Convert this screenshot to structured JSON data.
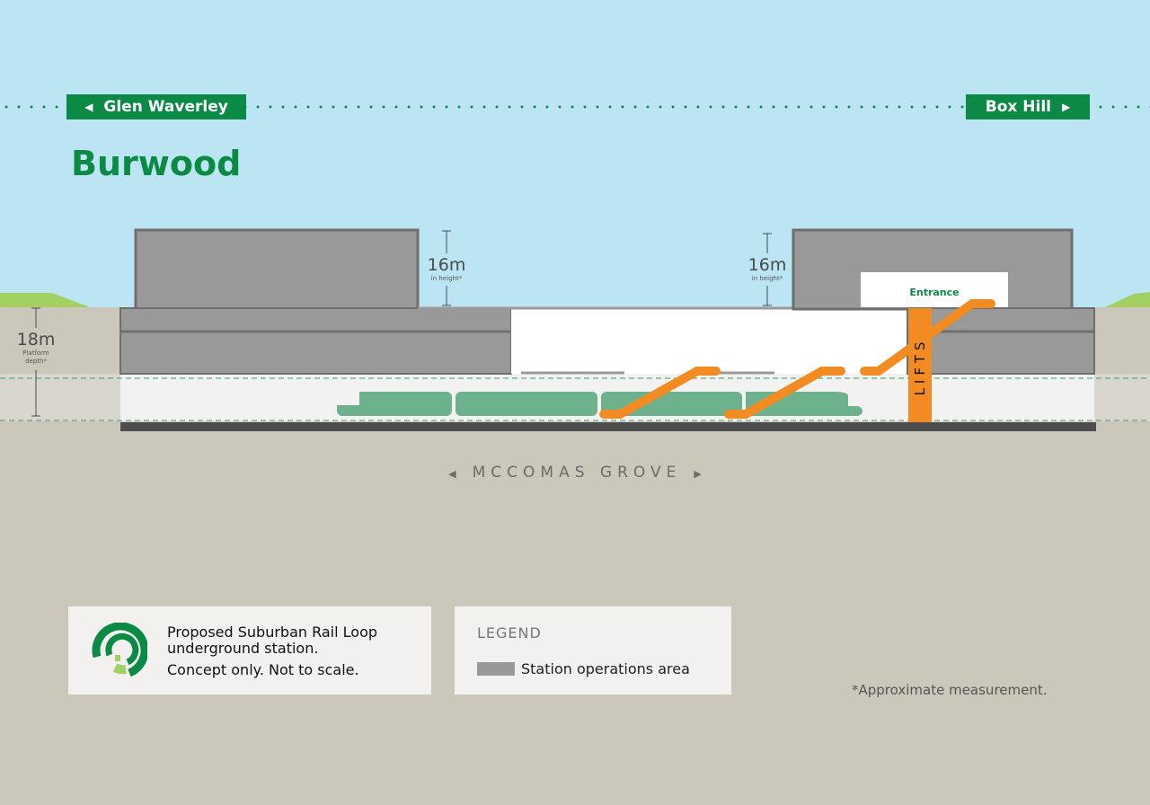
{
  "nav": {
    "left_sign": "Glen Waverley",
    "right_sign": "Box Hill"
  },
  "station": {
    "name": "Burwood"
  },
  "measurements": {
    "left_building": {
      "value": "16m",
      "label": "in height*"
    },
    "right_building": {
      "value": "16m",
      "label": "in height*"
    },
    "platform": {
      "value": "18m",
      "label": "Platform depth*"
    }
  },
  "labels": {
    "entrance": "Entrance",
    "lifts": "LIFTS",
    "street": "MCCOMAS GROVE"
  },
  "info_box": {
    "line1": "Proposed Suburban Rail Loop underground station.",
    "line2": "Concept only. Not to scale."
  },
  "legend": {
    "title": "LEGEND",
    "items": [
      {
        "label": "Station operations area",
        "color": "#999999"
      }
    ]
  },
  "footnote": "*Approximate measurement.",
  "colors": {
    "brand_green": "#0a8a45",
    "train": "#6db28c",
    "escalator": "#f28c22",
    "building": "#999999"
  }
}
